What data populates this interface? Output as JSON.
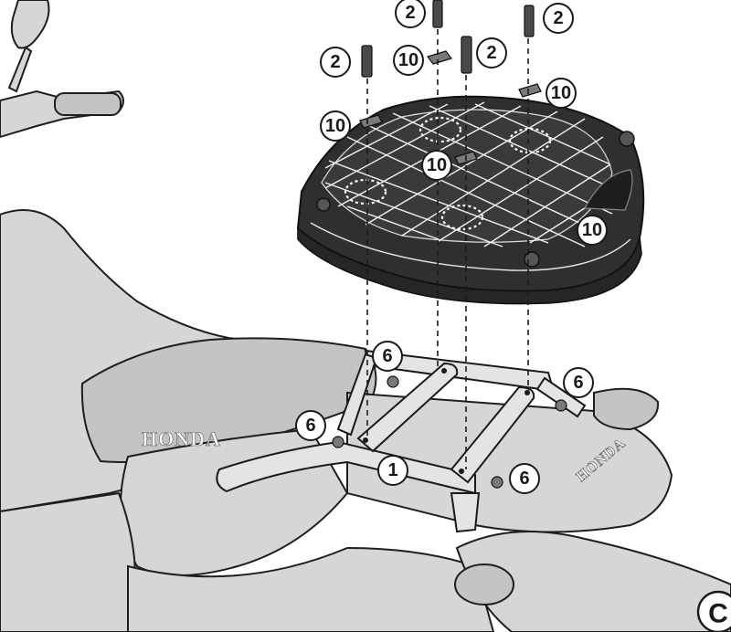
{
  "diagram": {
    "brand_seat": "HONDA",
    "brand_tail": "HONDA",
    "figure_letter": "C",
    "callouts": [
      {
        "id": "c-2-top",
        "label": "2"
      },
      {
        "id": "c-2-left",
        "label": "2"
      },
      {
        "id": "c-2-mid",
        "label": "2"
      },
      {
        "id": "c-2-right",
        "label": "2"
      },
      {
        "id": "c-10-a",
        "label": "10"
      },
      {
        "id": "c-10-b",
        "label": "10"
      },
      {
        "id": "c-10-c",
        "label": "10"
      },
      {
        "id": "c-10-d",
        "label": "10"
      },
      {
        "id": "c-10-e",
        "label": "10"
      },
      {
        "id": "c-6-a",
        "label": "6"
      },
      {
        "id": "c-6-b",
        "label": "6"
      },
      {
        "id": "c-6-c",
        "label": "6"
      },
      {
        "id": "c-6-d",
        "label": "6"
      },
      {
        "id": "c-1",
        "label": "1"
      }
    ]
  }
}
